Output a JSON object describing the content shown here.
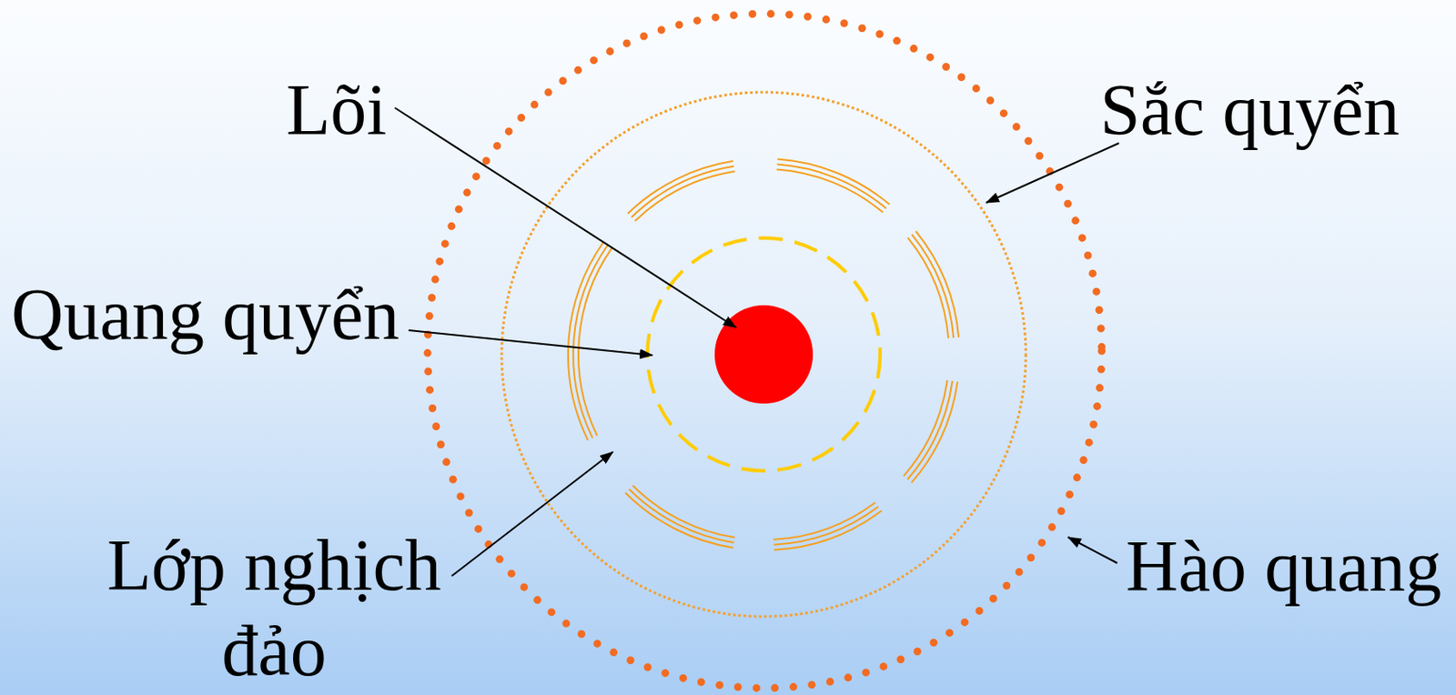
{
  "diagram": {
    "labels": [
      "Lõi",
      "Sắc quyển",
      "Quang quyển",
      "Lớp nghịch đảo",
      "Hào quang"
    ]
  }
}
